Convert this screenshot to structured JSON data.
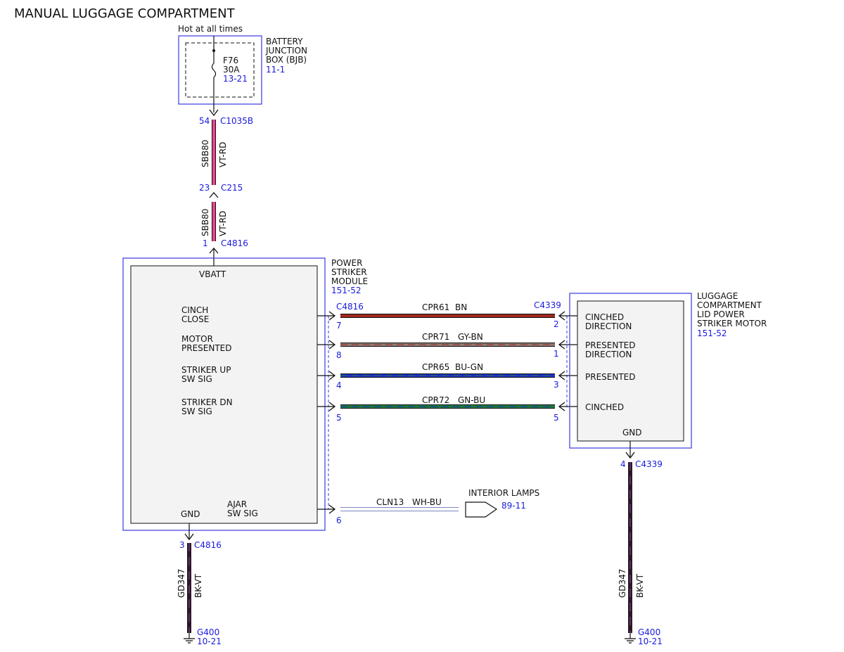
{
  "title": "MANUAL LUGGAGE COMPARTMENT",
  "colors": {
    "outline_blue": "#3a3ae0",
    "box_fill": "#f3f3f3",
    "text_blue": "#1a1adc",
    "VT-RD": "#e8468c",
    "BN": "#a0281e",
    "GY-BN": "#8e7a74",
    "BU-GN": "#2030c8",
    "GN-BU": "#1e7a3a",
    "WH-BU": "#7a88c8",
    "BK-VT": "#2a1828"
  },
  "bjb": {
    "hot_label": "Hot at all times",
    "name": [
      "BATTERY",
      "JUNCTION",
      "BOX (BJB)"
    ],
    "ref": "11-1",
    "fuse": {
      "id": "F76",
      "rating": "30A",
      "ref": "13-21"
    }
  },
  "top_wiring": {
    "c1035b": {
      "pin": "54",
      "connector": "C1035B"
    },
    "wire1": {
      "circuit": "SBB80",
      "color": "VT-RD"
    },
    "c215": {
      "pin": "23",
      "connector": "C215"
    },
    "wire2": {
      "circuit": "SBB80",
      "color": "VT-RD"
    },
    "c4816": {
      "pin": "1",
      "connector": "C4816"
    }
  },
  "module": {
    "name": [
      "POWER",
      "STRIKER",
      "MODULE"
    ],
    "ref": "151-52",
    "vbatt": "VBATT",
    "gnd": "GND",
    "pins": [
      {
        "l1": "CINCH",
        "l2": "CLOSE"
      },
      {
        "l1": "MOTOR",
        "l2": "PRESENTED"
      },
      {
        "l1": "STRIKER UP",
        "l2": "SW SIG"
      },
      {
        "l1": "STRIKER DN",
        "l2": "SW SIG"
      }
    ],
    "ajar": {
      "l1": "AJAR",
      "l2": "SW SIG"
    }
  },
  "connectors": {
    "left": "C4816",
    "right": "C4339"
  },
  "wires": [
    {
      "circuit": "CPR61",
      "color": "BN",
      "left_pin": "7",
      "right_pin": "2"
    },
    {
      "circuit": "CPR71",
      "color": "GY-BN",
      "left_pin": "8",
      "right_pin": "1"
    },
    {
      "circuit": "CPR65",
      "color": "BU-GN",
      "left_pin": "4",
      "right_pin": "3"
    },
    {
      "circuit": "CPR72",
      "color": "GN-BU",
      "left_pin": "5",
      "right_pin": "5"
    }
  ],
  "motor": {
    "name": [
      "LUGGAGE",
      "COMPARTMENT",
      "LID POWER",
      "STRIKER MOTOR"
    ],
    "ref": "151-52",
    "pins": [
      {
        "l1": "CINCHED",
        "l2": "DIRECTION"
      },
      {
        "l1": "PRESENTED",
        "l2": "DIRECTION"
      },
      {
        "l1": "PRESENTED",
        "l2": ""
      },
      {
        "l1": "CINCHED",
        "l2": ""
      }
    ],
    "gnd": "GND"
  },
  "ajar_wire": {
    "circuit": "CLN13",
    "color": "WH-BU",
    "pin": "6",
    "dest": "INTERIOR LAMPS",
    "dest_ref": "89-11"
  },
  "ground_left": {
    "pin": "3",
    "connector": "C4816",
    "circuit": "GD347",
    "color": "BK-VT",
    "ground": "G400",
    "ref": "10-21"
  },
  "ground_right": {
    "pin": "4",
    "connector": "C4339",
    "circuit": "GD347",
    "color": "BK-VT",
    "ground": "G400",
    "ref": "10-21"
  }
}
